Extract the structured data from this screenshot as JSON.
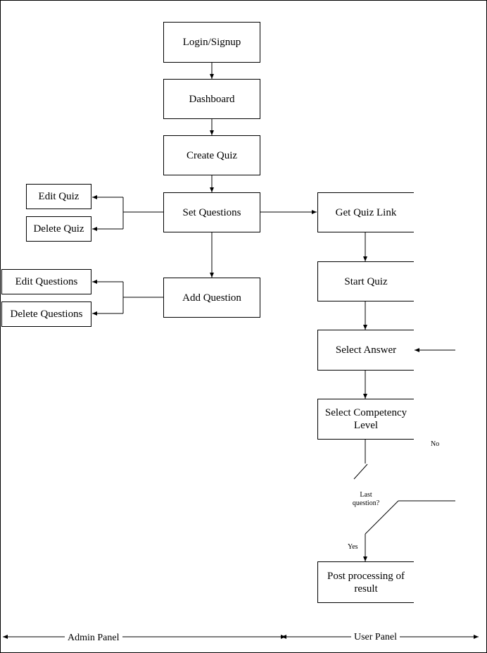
{
  "diagram": {
    "nodes": {
      "login": "Login/Signup",
      "dashboard": "Dashboard",
      "create_quiz": "Create Quiz",
      "set_questions": "Set Questions",
      "edit_quiz": "Edit Quiz",
      "delete_quiz": "Delete Quiz",
      "add_question": "Add Question",
      "edit_questions": "Edit Questions",
      "delete_questions": "Delete Questions",
      "get_quiz_link": "Get Quiz Link",
      "start_quiz": "Start Quiz",
      "select_answer": "Select Answer",
      "select_competency_line1": "Select Competency",
      "select_competency_line2": "Level",
      "post_processing_line1": "Post processing of",
      "post_processing_line2": "result"
    },
    "decision": {
      "line1": "Last",
      "line2": "question?",
      "no_label": "No",
      "yes_label": "Yes"
    },
    "panels": {
      "admin": "Admin Panel",
      "user": "User Panel"
    }
  }
}
